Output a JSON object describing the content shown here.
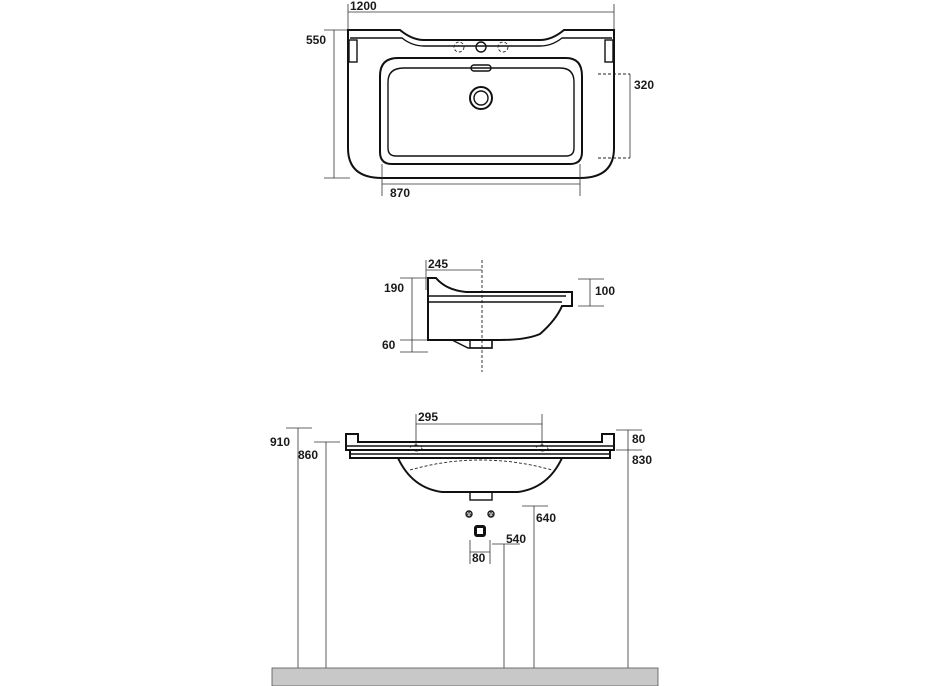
{
  "top_view": {
    "width": "1200",
    "depth": "550",
    "bowl_depth": "320",
    "bowl_width": "870"
  },
  "side_view": {
    "back_depth": "245",
    "height": "190",
    "rim_height": "100",
    "trap_height": "60"
  },
  "front_view": {
    "tap_spacing": "295",
    "rim_thickness": "80",
    "height_total": "910",
    "height_860": "860",
    "height_830": "830",
    "height_640": "640",
    "height_540": "540",
    "trap_width": "80"
  },
  "colors": {
    "line": "#111111",
    "floor": "#c8c8c8"
  }
}
